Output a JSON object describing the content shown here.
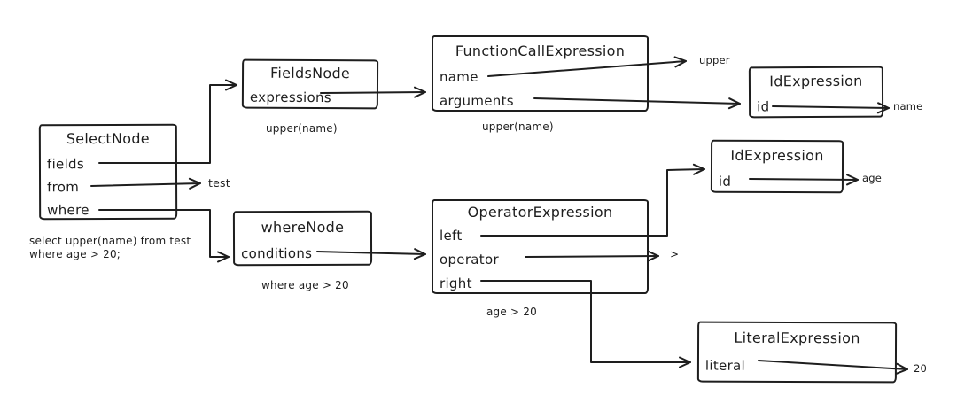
{
  "colors": {
    "stroke": "#1e1e1e",
    "background": "#ffffff"
  },
  "nodes": {
    "select": {
      "title": "SelectNode",
      "rows": [
        "fields",
        "from",
        "where"
      ]
    },
    "fields": {
      "title": "FieldsNode",
      "rows": [
        "expressions"
      ]
    },
    "func": {
      "title": "FunctionCallExpression",
      "rows": [
        "name",
        "arguments"
      ]
    },
    "id_name": {
      "title": "IdExpression",
      "rows": [
        "id"
      ]
    },
    "id_age": {
      "title": "IdExpression",
      "rows": [
        "id"
      ]
    },
    "where": {
      "title": "whereNode",
      "rows": [
        "conditions"
      ]
    },
    "op": {
      "title": "OperatorExpression",
      "rows": [
        "left",
        "operator",
        "right"
      ]
    },
    "literal": {
      "title": "LiteralExpression",
      "rows": [
        "literal"
      ]
    }
  },
  "captions": {
    "query_line1": "select upper(name) from test",
    "query_line2": "where age > 20;",
    "fields_node": "upper(name)",
    "function_call": "upper(name)",
    "where_node": "where age > 20",
    "operator": "age > 20"
  },
  "edge_labels": {
    "from_value": "test",
    "name_value": "upper",
    "id_name_value": "name",
    "id_age_value": "age",
    "operator_value": ">",
    "literal_value": "20"
  }
}
